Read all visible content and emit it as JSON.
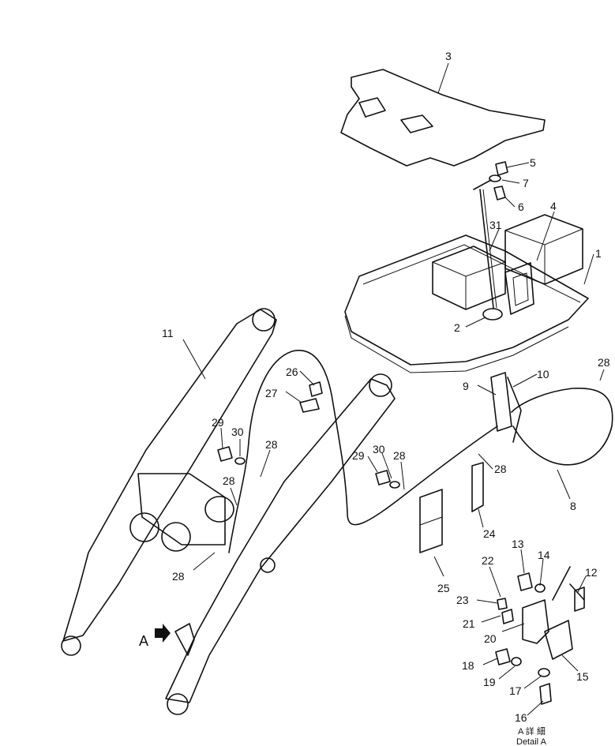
{
  "callouts": [
    {
      "id": "c1",
      "label": "1"
    },
    {
      "id": "c2",
      "label": "2"
    },
    {
      "id": "c3",
      "label": "3"
    },
    {
      "id": "c4",
      "label": "4"
    },
    {
      "id": "c5",
      "label": "5"
    },
    {
      "id": "c6",
      "label": "6"
    },
    {
      "id": "c7",
      "label": "7"
    },
    {
      "id": "c8",
      "label": "8"
    },
    {
      "id": "c9",
      "label": "9"
    },
    {
      "id": "c10",
      "label": "10"
    },
    {
      "id": "c11",
      "label": "11"
    },
    {
      "id": "c12",
      "label": "12"
    },
    {
      "id": "c13",
      "label": "13"
    },
    {
      "id": "c14",
      "label": "14"
    },
    {
      "id": "c15",
      "label": "15"
    },
    {
      "id": "c16",
      "label": "16"
    },
    {
      "id": "c17",
      "label": "17"
    },
    {
      "id": "c18",
      "label": "18"
    },
    {
      "id": "c19",
      "label": "19"
    },
    {
      "id": "c20",
      "label": "20"
    },
    {
      "id": "c21",
      "label": "21"
    },
    {
      "id": "c22",
      "label": "22"
    },
    {
      "id": "c23",
      "label": "23"
    },
    {
      "id": "c24",
      "label": "24"
    },
    {
      "id": "c25",
      "label": "25"
    },
    {
      "id": "c26",
      "label": "26"
    },
    {
      "id": "c27",
      "label": "27"
    },
    {
      "id": "c28a",
      "label": "28"
    },
    {
      "id": "c28b",
      "label": "28"
    },
    {
      "id": "c28c",
      "label": "28"
    },
    {
      "id": "c28d",
      "label": "28"
    },
    {
      "id": "c28e",
      "label": "28"
    },
    {
      "id": "c28f",
      "label": "28"
    },
    {
      "id": "c29a",
      "label": "29"
    },
    {
      "id": "c29b",
      "label": "29"
    },
    {
      "id": "c30a",
      "label": "30"
    },
    {
      "id": "c30b",
      "label": "30"
    },
    {
      "id": "c31",
      "label": "31"
    }
  ],
  "view_marker": "A",
  "detail_caption_jp": "A 詳 細",
  "detail_caption_en": "Detail A"
}
